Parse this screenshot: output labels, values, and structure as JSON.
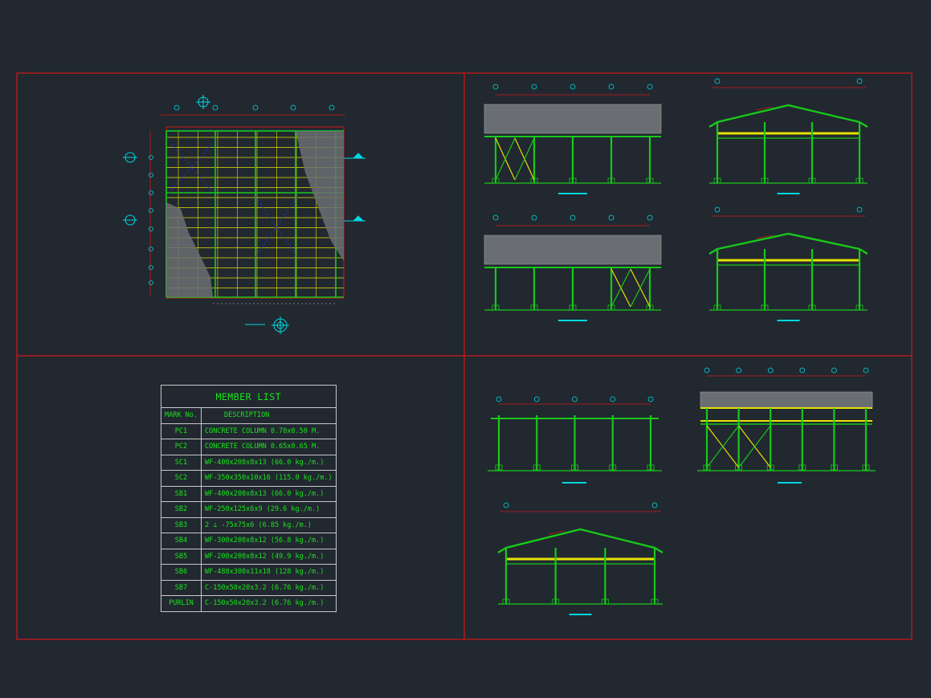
{
  "colors": {
    "background": "#212830",
    "frame": "#d01818",
    "steel": "#19c819",
    "purlin": "#e8e000",
    "grid": "#00d8e0",
    "table_text": "#19e619",
    "table_border": "#c8c8c8"
  },
  "member_list": {
    "title": "MEMBER LIST",
    "header": {
      "mark": "MARK No.",
      "description": "DESCRIPTION"
    },
    "rows": [
      {
        "mark": "PC1",
        "description": "CONCRETE COLUMN 0.70x0.50 M."
      },
      {
        "mark": "PC2",
        "description": "CONCRETE COLUMN 0.65x0.65 M."
      },
      {
        "mark": "SC1",
        "description": "WF-400x200x8x13 (66.0 kg./m.)"
      },
      {
        "mark": "SC2",
        "description": "WF-350x350x10x16 (115.0 kg./m.)"
      },
      {
        "mark": "SB1",
        "description": "WF-400x200x8x13 (66.0 kg./m.)"
      },
      {
        "mark": "SB2",
        "description": "WF-250x125x6x9 (29.6 kg./m.)"
      },
      {
        "mark": "SB3",
        "description": "2 ⊥ -75x75x6 (6.85 kg./m.)"
      },
      {
        "mark": "SB4",
        "description": "WF-300x200x8x12 (56.8 kg./m.)"
      },
      {
        "mark": "SB5",
        "description": "WF-200x200x8x12 (49.9 kg./m.)"
      },
      {
        "mark": "SB6",
        "description": "WF-488x300x11x18 (128 kg./m.)"
      },
      {
        "mark": "SB7",
        "description": "C-150x50x20x3.2 (6.76 kg./m.)"
      },
      {
        "mark": "PURLIN",
        "description": "C-150x50x20x3.2 (6.76 kg./m.)"
      }
    ]
  }
}
